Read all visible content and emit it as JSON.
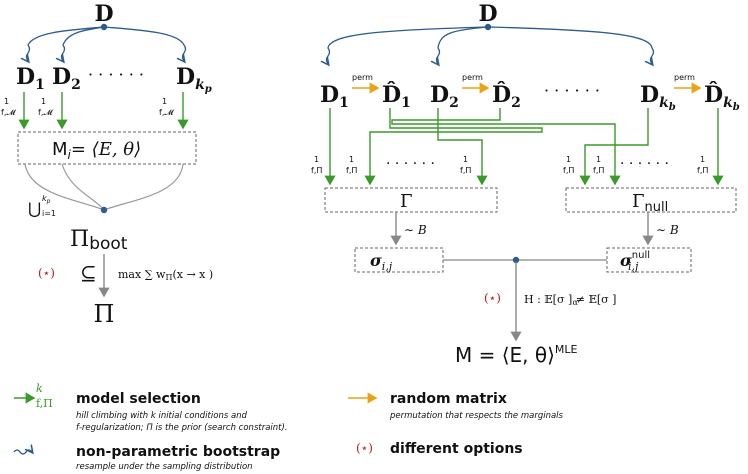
{
  "left": {
    "top_node": "D",
    "samples": [
      "D",
      "D",
      "Dk"
    ],
    "sample_subs": [
      "1",
      "2",
      "k"
    ],
    "kp_sub": "p",
    "dots": "· · · · · ·",
    "arrow_label_top": "1",
    "arrow_label_bottom": "f,𝓜",
    "model_box": "M",
    "model_box_sub": "i",
    "model_box_rhs": "= ⟨E, θ⟩",
    "union_label": "⋃",
    "union_top": "k",
    "union_top_sub": "p",
    "union_bottom": "i=1",
    "pi_boot": "Π",
    "pi_boot_sub": "boot",
    "subset": "⊆",
    "star": "(⋆)",
    "max_formula": "max ∑ w",
    "max_formula_sub": "Π",
    "max_formula_tail": "(x → x )",
    "pi": "Π"
  },
  "right": {
    "top_node": "D",
    "perm_label": "perm",
    "dots": "· · · · · ·",
    "arrow_label_top": "1",
    "arrow_label_bottom": "f,Π",
    "gamma": "Γ",
    "gamma_null": "Γ",
    "gamma_null_sub": "null",
    "sim_b": "∼ B",
    "sigma": "σ",
    "sigma_sub": "i,j",
    "sigma_null_sup": "null",
    "star": "(⋆)",
    "hypothesis": "H : 𝔼[σ ] ≠ 𝔼[σ ]",
    "hyp_alpha": "α",
    "result": "M = ⟨E, θ⟩",
    "result_sup": "MLE"
  },
  "legend": {
    "model_selection_title": "model selection",
    "model_selection_desc_1": "hill climbing with k initial conditions and",
    "model_selection_desc_2": "f-regularization; Π is the prior (search constraint).",
    "bootstrap_title": "non-parametric bootstrap",
    "bootstrap_desc": "resample under the sampling distribution",
    "random_matrix_title": "random matrix",
    "random_matrix_desc": "permutation that respects the marginals",
    "options_title": "different options",
    "options_star": "(⋆)",
    "legend_k": "k",
    "legend_fpi": "f,Π"
  },
  "colors": {
    "green": "#3a9a2a",
    "blue": "#2d5b8c",
    "orange": "#e8a317",
    "red": "#b22222",
    "gray": "#888888"
  }
}
